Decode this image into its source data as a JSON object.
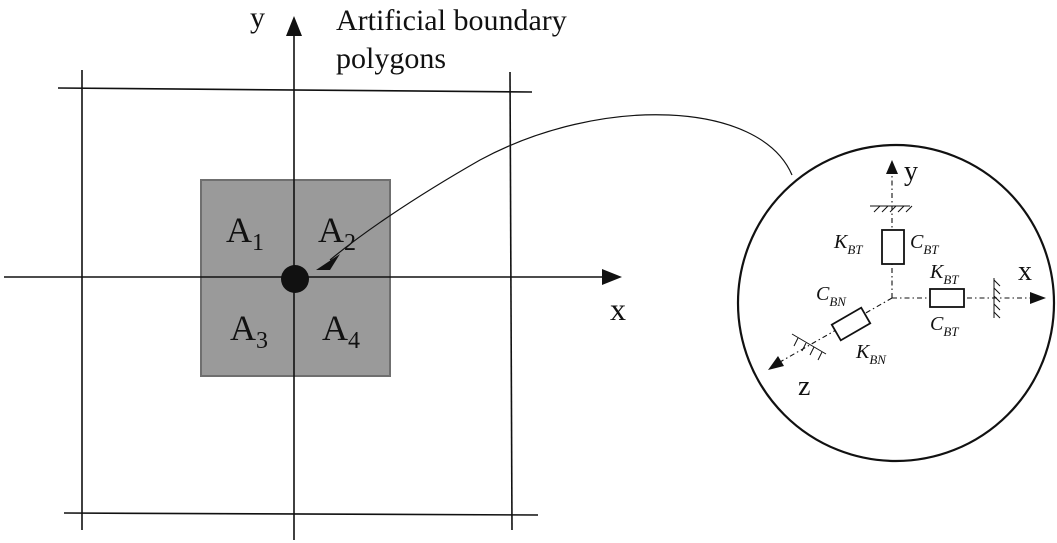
{
  "labels": {
    "boundary_line1": "Artificial boundary",
    "boundary_line2": "polygons",
    "main_y": "y",
    "main_x": "x",
    "areas": [
      {
        "base": "A",
        "sub": "1"
      },
      {
        "base": "A",
        "sub": "2"
      },
      {
        "base": "A",
        "sub": "3"
      },
      {
        "base": "A",
        "sub": "4"
      }
    ],
    "detail_y": "y",
    "detail_x": "x",
    "detail_z": "z",
    "k_bt_vertical": {
      "base": "K",
      "sub": "BT"
    },
    "c_bt_vertical": {
      "base": "C",
      "sub": "BT"
    },
    "k_bt_horizontal": {
      "base": "K",
      "sub": "BT"
    },
    "c_bt_horizontal": {
      "base": "C",
      "sub": "BT"
    },
    "c_bn": {
      "base": "C",
      "sub": "BN"
    },
    "k_bn": {
      "base": "K",
      "sub": "BN"
    }
  },
  "colors": {
    "ink": "#111111",
    "square_fill": "#9a9a9a",
    "square_stroke": "#6f6f6f",
    "background": "#ffffff"
  }
}
